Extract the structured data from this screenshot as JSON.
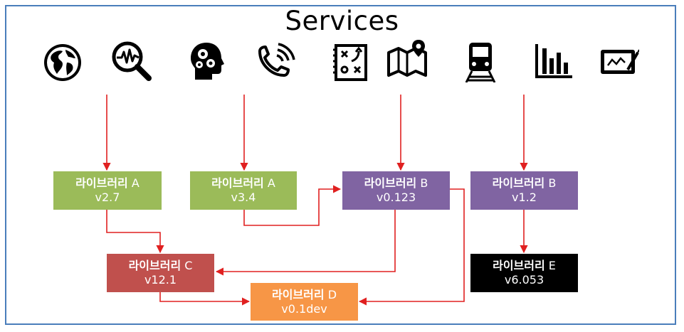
{
  "title": "Services",
  "services": [
    {
      "icon": "globe-icon"
    },
    {
      "icon": "magnifier-pulse-icon"
    },
    {
      "icon": "head-gears-icon"
    },
    {
      "icon": "phone-ringing-icon"
    },
    {
      "icon": "strategy-board-icon"
    },
    {
      "icon": "map-pin-icon"
    },
    {
      "icon": "train-icon"
    },
    {
      "icon": "bar-chart-icon"
    },
    {
      "icon": "tablet-pen-icon"
    }
  ],
  "nodes": [
    {
      "id": "a27",
      "label": "라이브러리",
      "suffix": "A",
      "version": "v2.7",
      "color": "#9bbb59"
    },
    {
      "id": "a34",
      "label": "라이브러리",
      "suffix": "A",
      "version": "v3.4",
      "color": "#9bbb59"
    },
    {
      "id": "b0123",
      "label": "라이브러리",
      "suffix": "B",
      "version": "v0.123",
      "color": "#8064a2"
    },
    {
      "id": "b12",
      "label": "라이브러리",
      "suffix": "B",
      "version": "v1.2",
      "color": "#8064a2"
    },
    {
      "id": "c121",
      "label": "라이브러리",
      "suffix": "C",
      "version": "v12.1",
      "color": "#c0504d"
    },
    {
      "id": "d01dev",
      "label": "라이브러리",
      "suffix": "D",
      "version": "v0.1dev",
      "color": "#f79646"
    },
    {
      "id": "e6053",
      "label": "라이브러리",
      "suffix": "E",
      "version": "v6.053",
      "color": "#000000"
    }
  ],
  "arrow_color": "#e02020",
  "frame_color": "#4a7ebb"
}
